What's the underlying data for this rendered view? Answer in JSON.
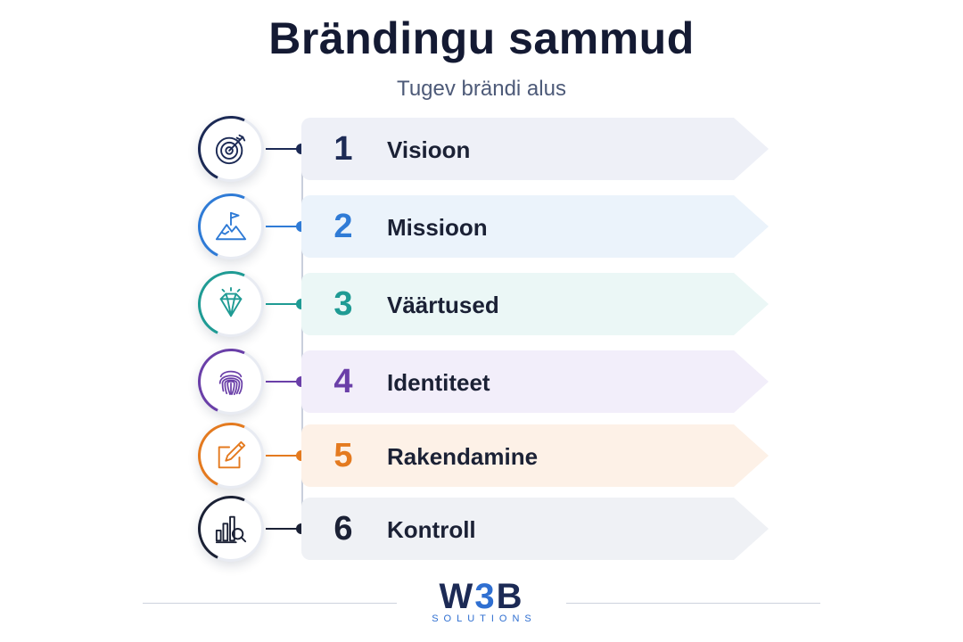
{
  "header": {
    "title": "Brändingu sammud",
    "subtitle": "Tugev brändi alus"
  },
  "steps": [
    {
      "number": "1",
      "label": "Visioon",
      "icon": "target-icon",
      "color": "#1c2a55",
      "banner_color": "#eef0f7"
    },
    {
      "number": "2",
      "label": "Missioon",
      "icon": "mountain-flag-icon",
      "color": "#2f7bd6",
      "banner_color": "#ebf3fb"
    },
    {
      "number": "3",
      "label": "Väärtused",
      "icon": "diamond-icon",
      "color": "#1f9b94",
      "banner_color": "#ebf7f6"
    },
    {
      "number": "4",
      "label": "Identiteet",
      "icon": "fingerprint-icon",
      "color": "#6a3fa8",
      "banner_color": "#f2eefa"
    },
    {
      "number": "5",
      "label": "Rakendamine",
      "icon": "edit-icon",
      "color": "#e47a1f",
      "banner_color": "#fdf1e7"
    },
    {
      "number": "6",
      "label": "Kontroll",
      "icon": "chart-search-icon",
      "color": "#1b2135",
      "banner_color": "#eff1f5"
    }
  ],
  "footer": {
    "logo_main_left": "W",
    "logo_main_accent": "3",
    "logo_main_right": "B",
    "logo_sub": "SOLUTIONS"
  }
}
